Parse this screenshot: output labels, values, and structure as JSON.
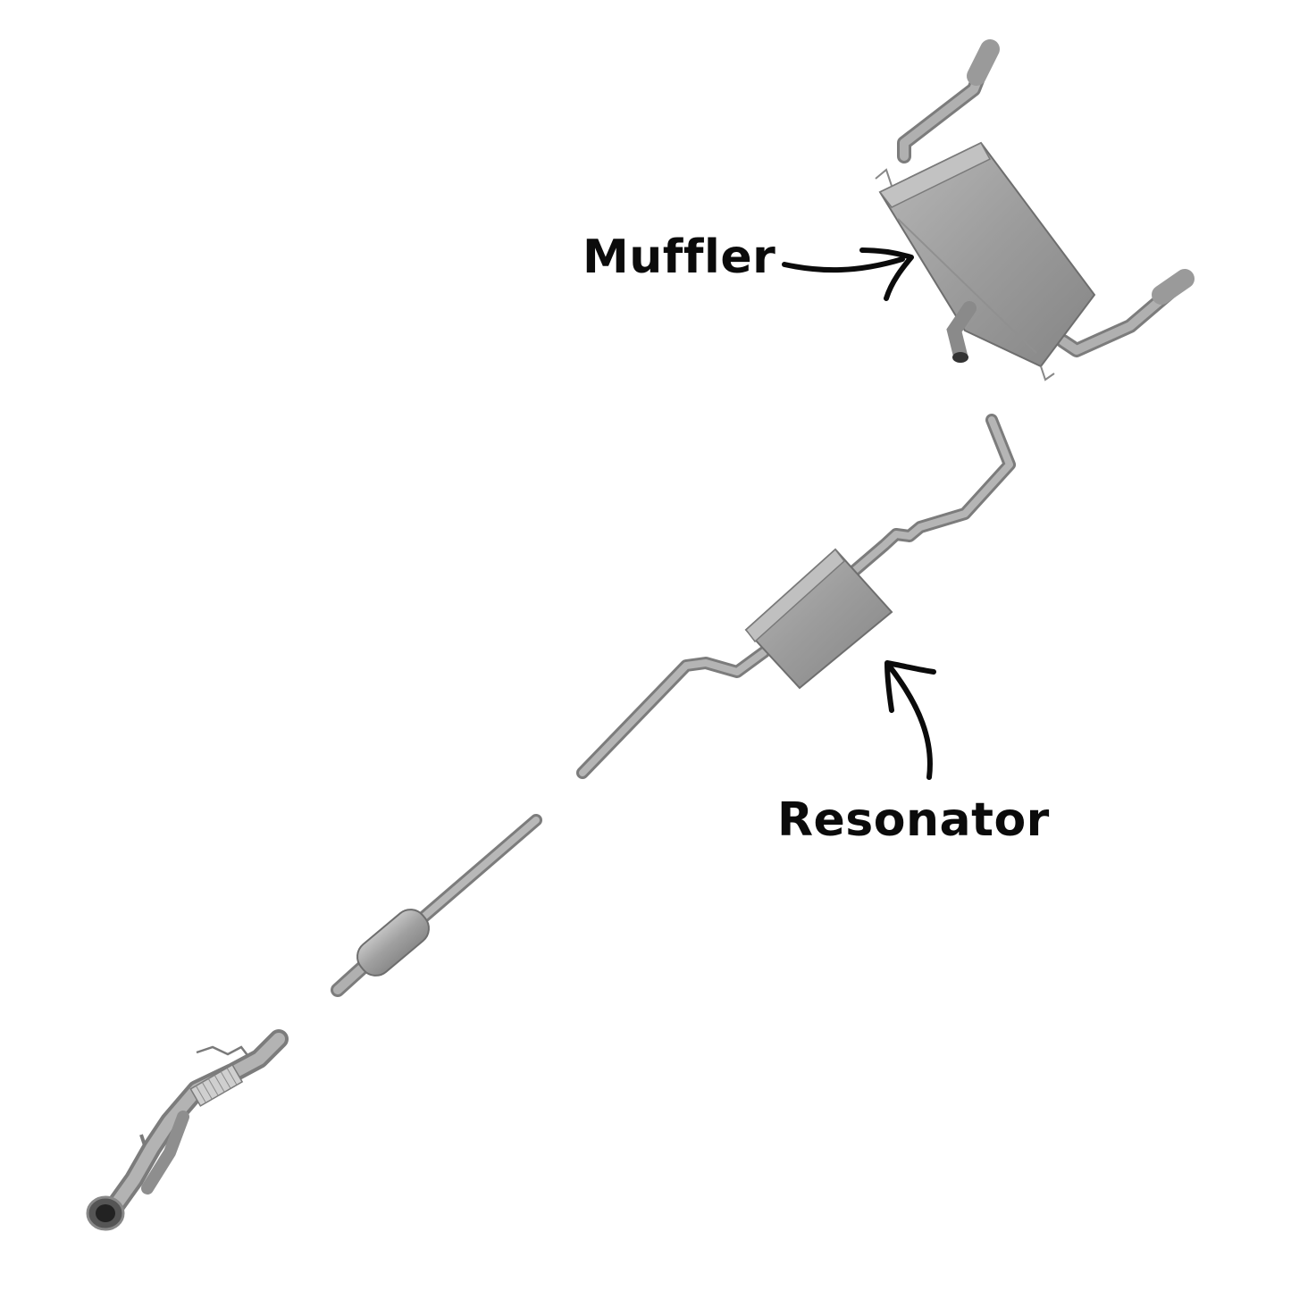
{
  "labels": {
    "muffler": "Muffler",
    "resonator": "Resonator"
  },
  "colors": {
    "background": "#ffffff",
    "text": "#0b0b0b",
    "metal": "#a3a3a3",
    "metal_dark": "#7c7c7c",
    "metal_light": "#c9c9c9"
  },
  "parts": [
    {
      "name": "muffler",
      "icon": "muffler-icon"
    },
    {
      "name": "resonator",
      "icon": "resonator-icon"
    },
    {
      "name": "catalytic-converter-pipe",
      "icon": "catalytic-converter-icon"
    },
    {
      "name": "front-downpipe",
      "icon": "downpipe-icon"
    }
  ]
}
